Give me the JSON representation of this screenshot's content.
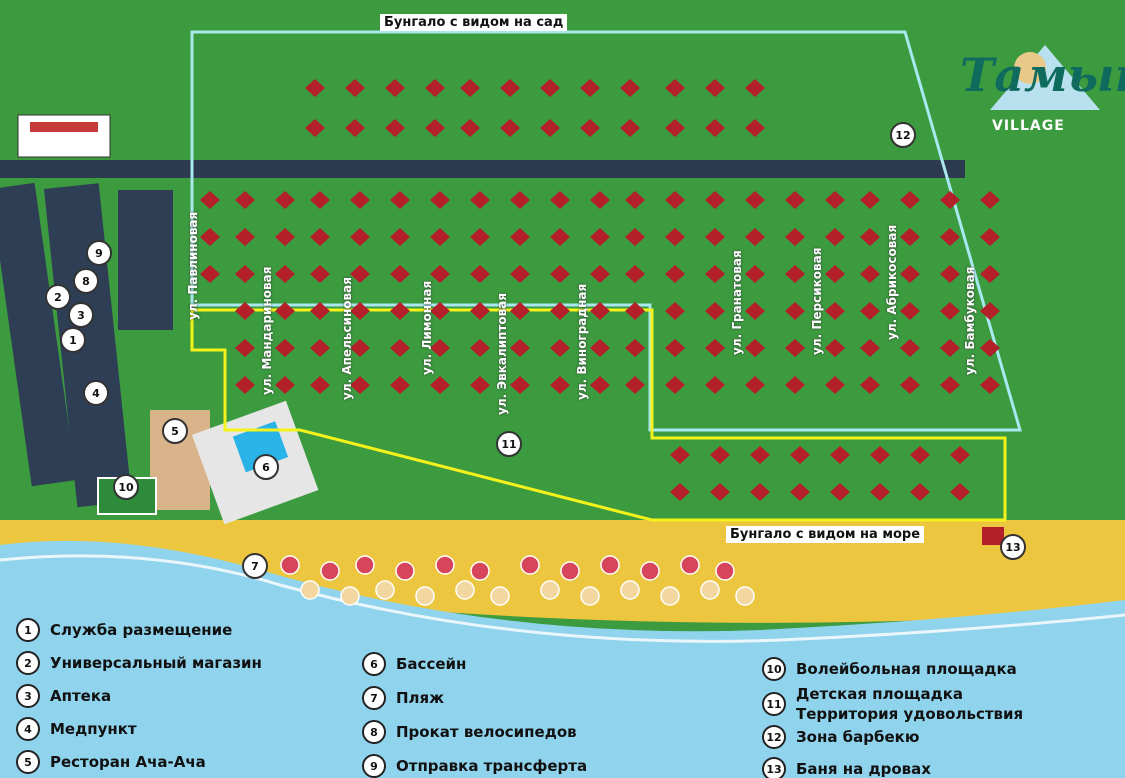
{
  "brand": {
    "name": "Тамын",
    "sub": "VILLAGE"
  },
  "zones": {
    "garden_view": "Бунгало с видом на сад",
    "sea_view": "Бунгало с видом на море"
  },
  "streets": [
    "ул. Павлиновая",
    "ул. Мандариновая",
    "ул. Апельсиновая",
    "ул. Лимонная",
    "ул. Эвкалиптовая",
    "ул. Виноградная",
    "ул. Гранатовая",
    "ул. Персиковая",
    "ул. Абрикосовая",
    "ул. Бамбуковая"
  ],
  "markers": [
    "1",
    "2",
    "3",
    "4",
    "5",
    "6",
    "7",
    "8",
    "9",
    "10",
    "11",
    "12",
    "13"
  ],
  "legend": [
    {
      "num": "1",
      "label": "Служба размещение"
    },
    {
      "num": "2",
      "label": "Универсальный магазин"
    },
    {
      "num": "3",
      "label": "Аптека"
    },
    {
      "num": "4",
      "label": "Медпункт"
    },
    {
      "num": "5",
      "label": "Ресторан Ача-Ача"
    },
    {
      "num": "6",
      "label": "Бассейн"
    },
    {
      "num": "7",
      "label": "Пляж"
    },
    {
      "num": "8",
      "label": "Прокат велосипедов"
    },
    {
      "num": "9",
      "label": "Отправка трансферта"
    },
    {
      "num": "10",
      "label": "Волейбольная площадка"
    },
    {
      "num": "11",
      "label": "Детская площадка",
      "label2": "Территория удовольствия"
    },
    {
      "num": "12",
      "label": "Зона барбекю"
    },
    {
      "num": "13",
      "label": "Баня на дровах"
    }
  ],
  "colors": {
    "grass": "#3c9a3f",
    "sand": "#ecc63f",
    "sea": "#8fd3ec",
    "road": "#2b3a4f",
    "roof": "#b3202a",
    "garden_border": "#a8e8ee",
    "sea_border": "#f4f21b"
  }
}
